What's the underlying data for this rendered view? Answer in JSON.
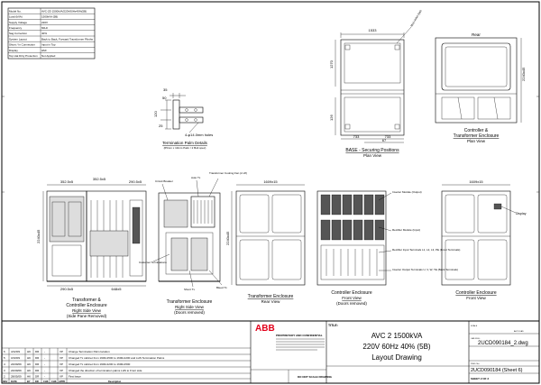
{
  "spec_table": {
    "rows": [
      {
        "label": "Model No.",
        "value": "AVC-2D 1500kVA/220V60Hz40%(5B)"
      },
      {
        "label": "Load (kVA)",
        "value": "1500kVA (5B)"
      },
      {
        "label": "Supply Voltage",
        "value": "220V"
      },
      {
        "label": "Frequency",
        "value": "60Hz"
      },
      {
        "label": "Sag Correction",
        "value": "40%"
      },
      {
        "label": "System Layout",
        "value": "Back to Back, Forward Transformer Plinths"
      },
      {
        "label": "Shunt / In Connection",
        "value": "Input in Top"
      },
      {
        "label": "Display",
        "value": "HMI"
      },
      {
        "label": "Top Hat Dirty Protection",
        "value": "Not Applied"
      }
    ]
  },
  "views": {
    "termination_details": {
      "title": "Termination Palm Details",
      "subtitle": "(65mm x 10mm Palm / 2 Bolt spec)",
      "dims": [
        "35",
        "50",
        "120",
        "25"
      ],
      "note": "4-φ14.0mm holes"
    },
    "base": {
      "title": "BASE - Securing Positions",
      "subtitle": "Plan View",
      "dims": [
        "1533",
        "1270",
        "733",
        "733",
        "67",
        "126"
      ],
      "note": "M16 Holes (typ)"
    },
    "plan_top": {
      "title": "Transformer Enclosure",
      "title_prefix": "Controller &",
      "subtitle": "Plan View",
      "label": "Rear",
      "dim": "2240x45"
    },
    "right_side": {
      "title_prefix": "Transformer &",
      "title": "Controller Enclosure",
      "title2": "Right Side View",
      "subtitle": "(Side Pane Removed)",
      "dims": [
        "352.5x5",
        "290.5x5",
        "352.5x5",
        "290.5x5",
        "648x5",
        "2240x45"
      ]
    },
    "tx_side": {
      "title": "Transformer Enclosure",
      "title2": "Right Side View",
      "subtitle": "(Doors removed)",
      "labels": [
        "Circuit Breaker",
        "Auto Tx",
        "Transformer Cooling Fan (2 off)",
        "Customer Terminations",
        "Bleed Tx",
        "Shunt Tx"
      ]
    },
    "tx_rear": {
      "title": "Transformer Enclosure",
      "subtitle": "Rear View",
      "dim": "1609x15",
      "side": "2240x45"
    },
    "controller_front": {
      "title": "Controller Enclosure",
      "title2": "Front View",
      "subtitle": "(Doors removed)",
      "labels": [
        "Inverter Module (Output)",
        "Rectifier Module (Input)",
        "Rectifier Input Terminals L1, L2, L3, PE (Front Terminals)",
        "Inverter Output Terminals U, V, W, TE (Back Terminals)"
      ]
    },
    "controller_front_closed": {
      "title": "Controller Enclosure",
      "subtitle": "Front View",
      "dim": "1609x15",
      "label": "Display"
    }
  },
  "title_block": {
    "revisions": [
      {
        "rev": "6",
        "date": "4/12/09",
        "by": "HK",
        "dr": "DR",
        "d": "-",
        "ck": "VP",
        "desc": "Change Termination Palm location"
      },
      {
        "rev": "5",
        "date": "3/10/09",
        "by": "HK",
        "dr": "DR",
        "d": "-",
        "ck": "VP",
        "desc": "Changed Tx cabinet from 1900x1500 to 1600x1200 and LHS Termination Palms"
      },
      {
        "rev": "4",
        "date": "24/09/09",
        "by": "HK",
        "dr": "DR",
        "d": "-",
        "ck": "VP",
        "desc": "Changed Tx cabinet from 1900x1200 to 1600x1500"
      },
      {
        "rev": "3",
        "date": "24/09/09",
        "by": "HK",
        "dr": "DR",
        "d": "-",
        "ck": "VP",
        "desc": "Changed the direction of termination palms LHS to Front side"
      },
      {
        "rev": "2",
        "date": "28/05/09",
        "by": "HK",
        "dr": "DR",
        "d": "-",
        "ck": "VP",
        "desc": "First Issue"
      }
    ],
    "rev_headers": [
      "REV",
      "DATE",
      "BY",
      "DR",
      "CHK",
      "CHK",
      "APPD",
      "Description"
    ],
    "brand": "ABB",
    "proprietary": "PROPRIETARY AND CONFIDENTIAL",
    "no_scale": "DO NOT SCALE DRAWING",
    "title_label": "TITLE:",
    "title_lines": [
      "AVC 2 1500kVA",
      "220V 60Hz 40% (5B)",
      "Layout Drawing"
    ],
    "cad_label": "CAD FILE:",
    "cad_file": "2UCD090184_2.dwg",
    "dwg_label": "DWG. No.",
    "dwg_no": "2UCD090184 (Sheet 6)",
    "sheet": "SHEET 2 OF 3",
    "scale_label": "SCALE",
    "format": "AUTOCAD"
  }
}
